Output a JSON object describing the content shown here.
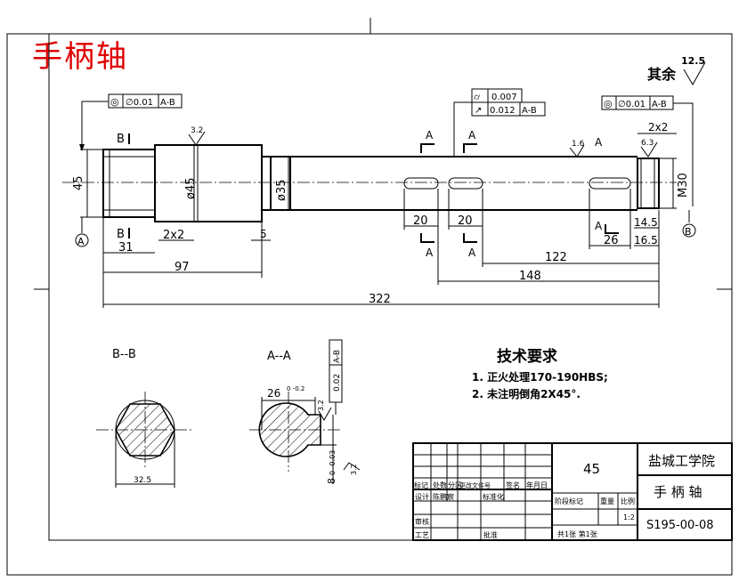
{
  "title": "手柄轴",
  "roughness_default": {
    "label": "其余",
    "value": "12.5"
  },
  "tolerance_frames": {
    "left": {
      "symbol": "◎",
      "value": "∅0.01",
      "datum": "A-B"
    },
    "right": {
      "symbol": "◎",
      "value": "∅0.01",
      "datum": "A-B"
    },
    "middle_top": {
      "symbol": "⌭",
      "value": "0.007"
    },
    "middle_bottom": {
      "symbol": "↗",
      "value": "0.012",
      "datum": "A-B"
    }
  },
  "roughness_marks": {
    "shoulder": "3.2",
    "keyway": "1.6",
    "thread": "6.3",
    "section_a1": "3.2",
    "section_a2": "3.2"
  },
  "section_labels": {
    "b_top": "B",
    "b_bottom": "B",
    "a1_top": "A",
    "a1_bottom": "A",
    "a2_top": "A",
    "a2_bottom": "A",
    "a3": "A",
    "a4": "A"
  },
  "datums": {
    "a": "A",
    "b": "B"
  },
  "dimensions": {
    "d45_left": "45",
    "d45": "ø45",
    "d35": "ø35",
    "m30": "M30",
    "len_31": "31",
    "chamfer_2x2_left": "2x2",
    "len_5": "5",
    "len_97": "97",
    "len_322": "322",
    "key1": "20",
    "key2": "20",
    "len_122": "122",
    "len_148": "148",
    "len_26": "26",
    "len_14_5": "14.5",
    "len_16_5": "16.5",
    "chamfer_2x2_right": "2x2"
  },
  "views": {
    "bb": {
      "label": "B--B",
      "dim": "32.5"
    },
    "aa": {
      "label": "A--A",
      "dim_top": "26",
      "dim_top_tol": "0 -0.2",
      "dim_side": "8",
      "dim_side_tol": "0 -0.03",
      "tol_value": "0.02",
      "tol_datum": "A-B"
    }
  },
  "tech_requirements": {
    "heading": "技术要求",
    "items": [
      "1. 正火处理170-190HBS;",
      "2. 未注明倒角2X45°."
    ]
  },
  "title_block": {
    "material": "45",
    "school": "盐城工学院",
    "part_name": "手 柄 轴",
    "drawing_no": "S195-00-08",
    "scale": "1:2",
    "headers": [
      "标记",
      "处数",
      "分区",
      "更改文件号",
      "签名",
      "年月日"
    ],
    "design_row": [
      "设计",
      "陈鹏宸",
      "标准化"
    ],
    "stage_label": "阶段标记",
    "weight_label": "重量",
    "scale_label": "比例",
    "review_label": "审核",
    "process_label": "工艺",
    "approve_label": "批准",
    "sheets": "共1张  第1张"
  }
}
